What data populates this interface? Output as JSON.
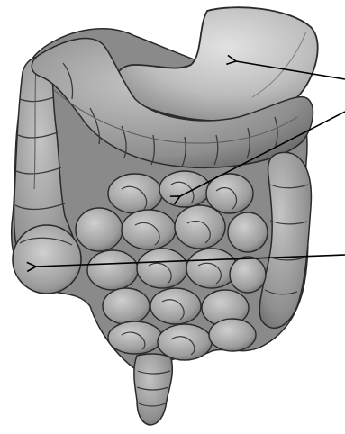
{
  "figure": {
    "background": "#ffffff",
    "palette": {
      "outline": "#2a2a2a",
      "stomach_fill": "#b9b9b9",
      "stomach_highlight": "#dedede",
      "colon_fill": "#9a9a9a",
      "colon_shade": "#6f6f6f",
      "small_intestine_fill": "#a8a8a8",
      "small_intestine_shade": "#7c7c7c",
      "rectum_fill": "#8a8a8a",
      "arrow": "#000000"
    },
    "organs": [
      "stomach",
      "transverse-colon",
      "ascending-colon",
      "descending-colon",
      "small-intestine",
      "sigmoid-colon",
      "rectum"
    ],
    "pointers": [
      {
        "name": "stomach-pointer",
        "target": "stomach"
      },
      {
        "name": "small-intestine-pointer",
        "target": "small-intestine"
      },
      {
        "name": "ascending-colon-pointer",
        "target": "ascending-colon"
      }
    ]
  }
}
